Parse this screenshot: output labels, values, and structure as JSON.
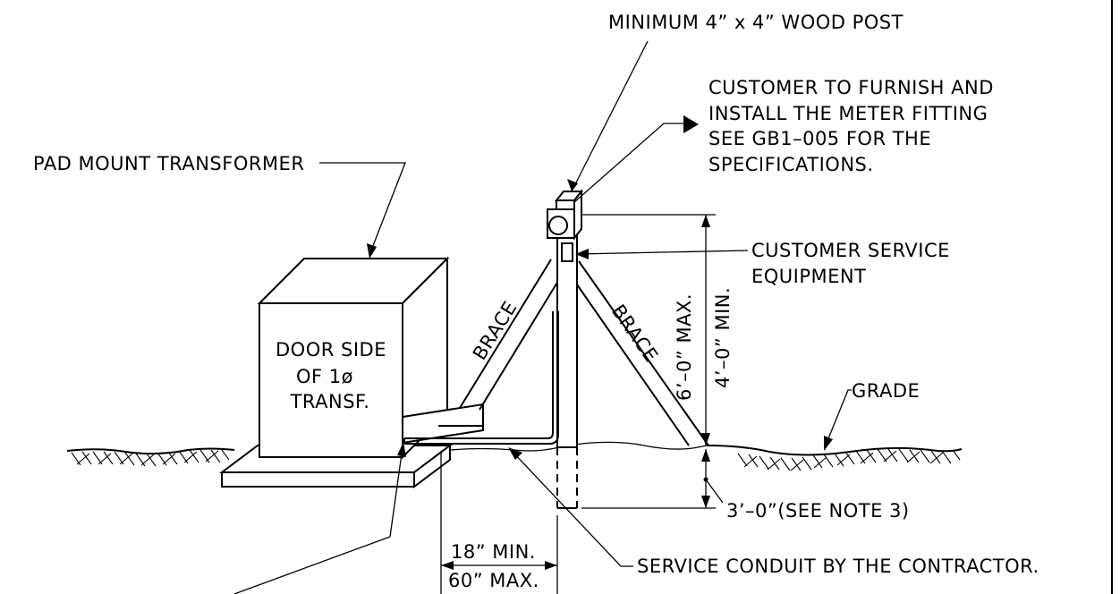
{
  "labels": {
    "wood_post": "MINIMUM 4” x 4” WOOD POST",
    "meter_fitting": [
      "CUSTOMER TO FURNISH AND",
      "INSTALL THE METER FITTING",
      "SEE GB1–005 FOR THE",
      "SPECIFICATIONS."
    ],
    "transformer": "PAD MOUNT TRANSFORMER",
    "transformer_face": [
      "DOOR SIDE",
      "OF 1ø",
      "TRANSF."
    ],
    "service_equipment": [
      "CUSTOMER SERVICE",
      "EQUIPMENT"
    ],
    "brace_left": "BRACE",
    "brace_right": "BRACE",
    "dim_max_height": "6’–0” MAX.",
    "dim_min_height": "4’–0” MIN.",
    "grade": "GRADE",
    "dim_depth": "3’–0”(SEE NOTE 3)",
    "dim_spacing_min": "18” MIN.",
    "dim_spacing_max": "60” MAX.",
    "service_conduit": "SERVICE CONDUIT BY THE CONTRACTOR."
  }
}
